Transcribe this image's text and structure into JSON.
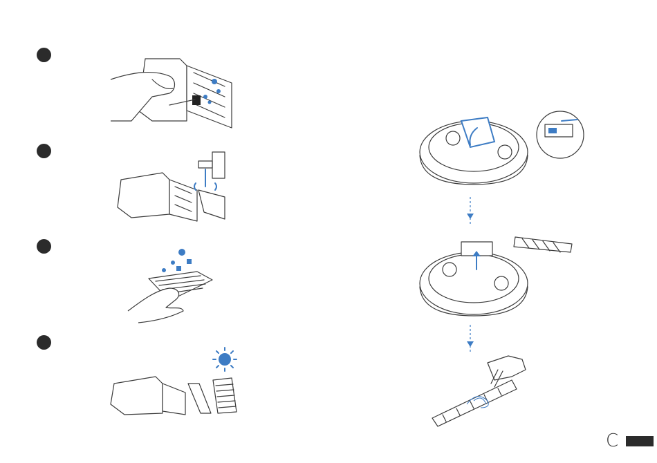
{
  "page": {
    "section_letter": "C",
    "accent_color": "#3d7cc4",
    "ink_color": "#2b2b2b"
  },
  "left_column": {
    "steps": [
      {
        "icon": "step-bullet",
        "illustration": "brush-filter-icon"
      },
      {
        "icon": "step-bullet",
        "illustration": "rinse-filter-icon"
      },
      {
        "icon": "step-bullet",
        "illustration": "tap-filter-icon"
      },
      {
        "icon": "step-bullet",
        "illustration": "sun-dry-icon"
      }
    ]
  },
  "right_column": {
    "steps": [
      {
        "illustration": "open-brush-cover-icon"
      },
      {
        "illustration": "remove-main-brush-icon"
      },
      {
        "illustration": "cut-hair-icon"
      }
    ],
    "connector": "arrow-down-icon"
  }
}
